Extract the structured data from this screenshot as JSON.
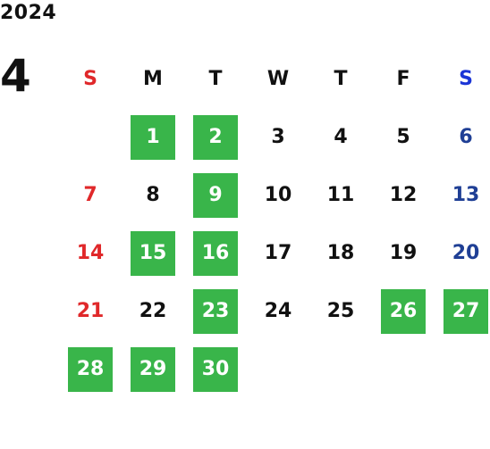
{
  "year": "2024",
  "month": "4",
  "colors": {
    "sunday": "#e0282a",
    "saturday_header": "#1b35d6",
    "saturday": "#1f3f95",
    "highlight": "#39b54a"
  },
  "weekdays": [
    "S",
    "M",
    "T",
    "W",
    "T",
    "F",
    "S"
  ],
  "days": [
    {
      "day": "",
      "hl": false
    },
    {
      "day": "1",
      "hl": true
    },
    {
      "day": "2",
      "hl": true
    },
    {
      "day": "3",
      "hl": false
    },
    {
      "day": "4",
      "hl": false
    },
    {
      "day": "5",
      "hl": false
    },
    {
      "day": "6",
      "hl": false
    },
    {
      "day": "7",
      "hl": false
    },
    {
      "day": "8",
      "hl": false
    },
    {
      "day": "9",
      "hl": true
    },
    {
      "day": "10",
      "hl": false
    },
    {
      "day": "11",
      "hl": false
    },
    {
      "day": "12",
      "hl": false
    },
    {
      "day": "13",
      "hl": false
    },
    {
      "day": "14",
      "hl": false
    },
    {
      "day": "15",
      "hl": true
    },
    {
      "day": "16",
      "hl": true
    },
    {
      "day": "17",
      "hl": false
    },
    {
      "day": "18",
      "hl": false
    },
    {
      "day": "19",
      "hl": false
    },
    {
      "day": "20",
      "hl": false
    },
    {
      "day": "21",
      "hl": false
    },
    {
      "day": "22",
      "hl": false
    },
    {
      "day": "23",
      "hl": true
    },
    {
      "day": "24",
      "hl": false
    },
    {
      "day": "25",
      "hl": false
    },
    {
      "day": "26",
      "hl": true
    },
    {
      "day": "27",
      "hl": true
    },
    {
      "day": "28",
      "hl": true
    },
    {
      "day": "29",
      "hl": true
    },
    {
      "day": "30",
      "hl": true
    }
  ]
}
